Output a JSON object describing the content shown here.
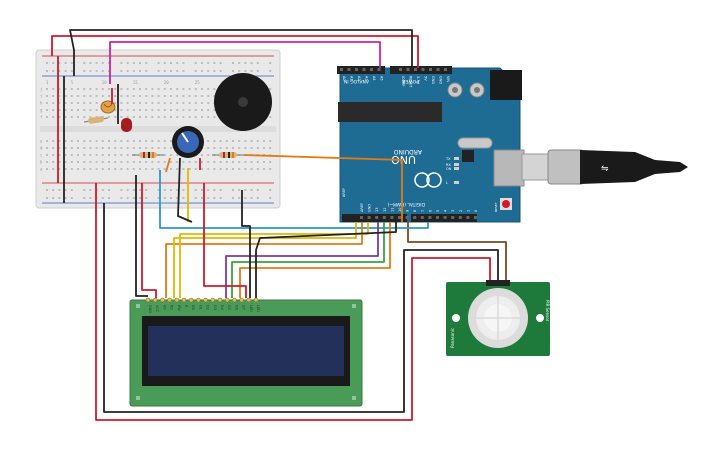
{
  "arduino": {
    "brand": "ARDUINO",
    "model": "UNO",
    "header_power": "POWER",
    "header_analog": "ANALOG IN",
    "header_digital": "DIGITAL (PWM~)",
    "analog_pins": [
      "A0",
      "A1",
      "A2",
      "A3",
      "A4",
      "A5"
    ],
    "power_pins": [
      "VIN",
      "GND",
      "GND",
      "5V",
      "3.3V",
      "RESET",
      "IOREF"
    ],
    "digital_pins": [
      "0",
      "1",
      "2",
      "3",
      "4",
      "5",
      "6",
      "7",
      "8",
      "9",
      "10",
      "11",
      "12",
      "13",
      "GND",
      "AREF"
    ],
    "led_labels": [
      "ON",
      "TX",
      "RX",
      "L"
    ],
    "aref_label": "AREF",
    "reset_label": "RESET"
  },
  "pir": {
    "label_left": "Panasonic",
    "label_right": "PIR Sensor"
  },
  "lcd": {
    "pins": [
      "GND",
      "VCC",
      "V0",
      "RS",
      "RW",
      "E",
      "D0",
      "D1",
      "D2",
      "D3",
      "D4",
      "D5",
      "D6",
      "D7",
      "LED",
      "LED"
    ]
  },
  "breadboard": {
    "columns": [
      "1",
      "5",
      "10",
      "15",
      "20",
      "25",
      "30"
    ],
    "rows_top": [
      "j",
      "i",
      "h",
      "g",
      "f"
    ],
    "rows_bottom": [
      "e",
      "d",
      "c",
      "b",
      "a"
    ]
  },
  "colors": {
    "arduino_blue": "#1e6c94",
    "lcd_green": "#4a9a58",
    "lcd_screen": "#22305a",
    "pir_green": "#1d7a3a",
    "wire_red": "#d0192b",
    "wire_black": "#222222",
    "wire_orange": "#e37b13",
    "wire_yellow": "#e3b800",
    "wire_green": "#3aa33a",
    "wire_purple": "#7a3aa3",
    "wire_blue": "#2a9ac8",
    "wire_magenta": "#d0229a",
    "wire_brown": "#7b4a1c"
  }
}
